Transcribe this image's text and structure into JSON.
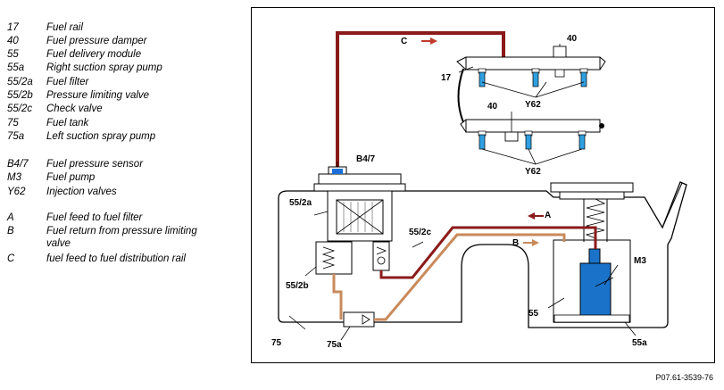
{
  "legend": [
    {
      "code": "17",
      "desc": "Fuel rail"
    },
    {
      "code": "40",
      "desc": "Fuel pressure damper"
    },
    {
      "code": "55",
      "desc": "Fuel delivery module"
    },
    {
      "code": "55a",
      "desc": "Right suction spray pump"
    },
    {
      "code": "55/2a",
      "desc": "Fuel filter"
    },
    {
      "code": "55/2b",
      "desc": "Pressure limiting valve"
    },
    {
      "code": "55/2c",
      "desc": "Check valve"
    },
    {
      "code": "75",
      "desc": "Fuel tank"
    },
    {
      "code": "75a",
      "desc": "Left suction spray pump"
    },
    {
      "code": "B4/7",
      "desc": "Fuel pressure sensor"
    },
    {
      "code": "M3",
      "desc": "Fuel pump"
    },
    {
      "code": "Y62",
      "desc": "Injection valves"
    },
    {
      "code": "A",
      "desc": "Fuel feed to fuel filter"
    },
    {
      "code": "B",
      "desc": "Fuel return from pressure limiting valve"
    },
    {
      "code": "C",
      "desc": "fuel feed to fuel distribution rail"
    }
  ],
  "labels": {
    "l17": "17",
    "l40a": "40",
    "l40b": "40",
    "y62a": "Y62",
    "y62b": "Y62",
    "b47": "B4/7",
    "l552a": "55/2a",
    "l552b": "55/2b",
    "l552c": "55/2c",
    "m3": "M3",
    "l55": "55",
    "l75": "75",
    "l75a": "75a",
    "l55a": "55a",
    "arrowA": "A",
    "arrowB": "B",
    "arrowC": "C"
  },
  "caption": "P07.61-3539-76",
  "colors": {
    "feed_line": "#8b1a1a",
    "return_line": "#c98a5a",
    "pump": "#1a73c9",
    "injector": "#2f9fe0",
    "sensor": "#1a6fd8"
  }
}
